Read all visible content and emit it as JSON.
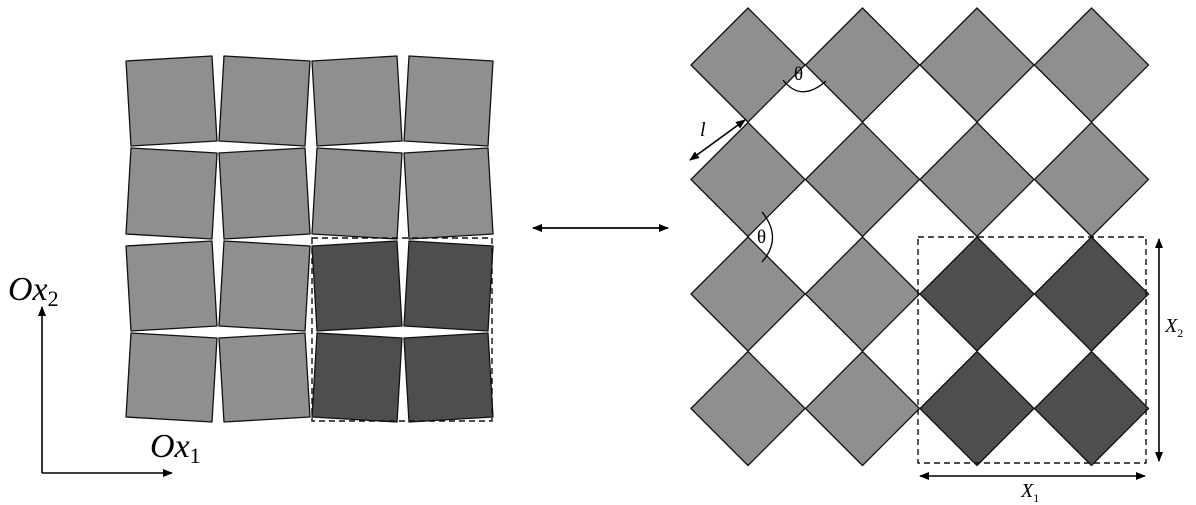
{
  "colors": {
    "light_tile": "#8f8f8f",
    "dark_tile": "#4e4e4e",
    "stroke": "#111111",
    "background": "#ffffff"
  },
  "left_axes": {
    "vertical": {
      "main": "Ox",
      "sub": "2"
    },
    "horizontal": {
      "main": "Ox",
      "sub": "1"
    }
  },
  "right_labels": {
    "length": "l",
    "angle_top": "θ",
    "angle_mid": "θ",
    "cell_width": {
      "main": "X",
      "sub": "1"
    },
    "cell_height": {
      "main": "X",
      "sub": "2"
    }
  },
  "symbols": {
    "transition_arrow": "double-headed-arrow"
  }
}
